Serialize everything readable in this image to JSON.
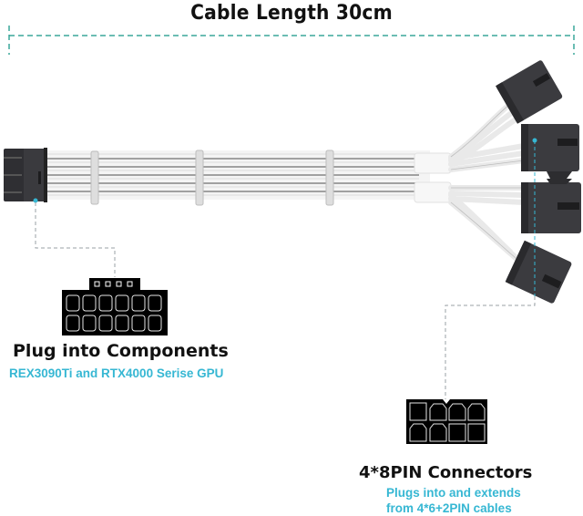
{
  "header": {
    "title": "Cable Length 30cm"
  },
  "left_callout": {
    "heading": "Plug into Components",
    "subtitle": "REX3090Ti and RTX4000 Serise GPU",
    "connector_icon": "12vhpwr-16pin-connector-icon"
  },
  "right_callout": {
    "heading": "4*8PIN Connectors",
    "subtitle_line1": "Plugs into and extends",
    "subtitle_line2": "from 4*6+2PIN cables",
    "connector_icon": "8pin-pcie-connector-icon"
  },
  "colors": {
    "accent": "#36b7d3",
    "dashed_line": "#3aa79a",
    "callout_line": "#9aa0a6",
    "connector_body": "#3b3b3f",
    "sleeve": "#f2f2f2",
    "text": "#111111"
  }
}
